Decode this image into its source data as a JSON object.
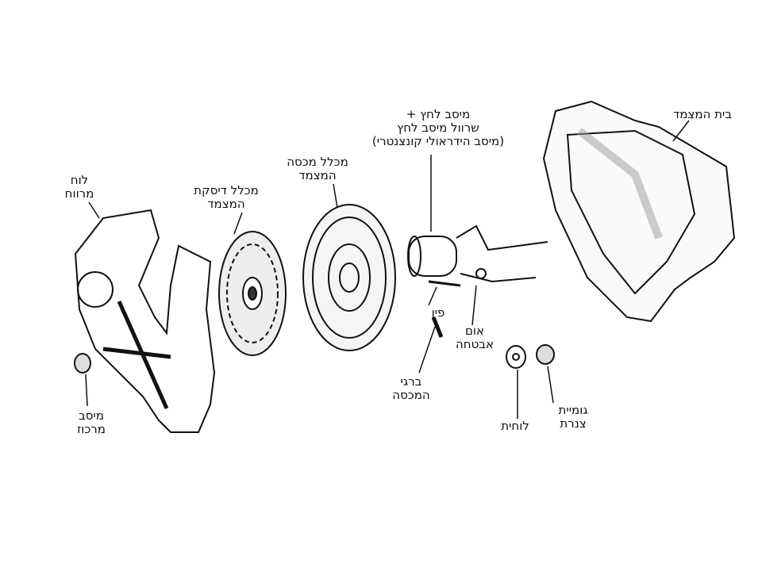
{
  "labels": {
    "separator_plate": [
      "לוח",
      "מרווח"
    ],
    "clutch_disc": [
      "מכלל דיסקת",
      "המצמד"
    ],
    "clutch_cover": [
      "מכלל מכסה",
      "המצמד"
    ],
    "release_bearing": [
      "מיסב לחץ +",
      "שרוול מיסב לחץ",
      "(מיסב הידראולי קונצנטרי)"
    ],
    "clutch_housing": [
      "בית המצמד"
    ],
    "pin": [
      "פין"
    ],
    "safety_nut": [
      "אום",
      "אבטחה"
    ],
    "cover_bolts": [
      "ברגי",
      "המכסה"
    ],
    "pilot_bearing": [
      "מיסב",
      "מרכוז"
    ],
    "plate": [
      "לוחית"
    ],
    "pipe_grommet": [
      "גומיית",
      "צנרת"
    ]
  }
}
